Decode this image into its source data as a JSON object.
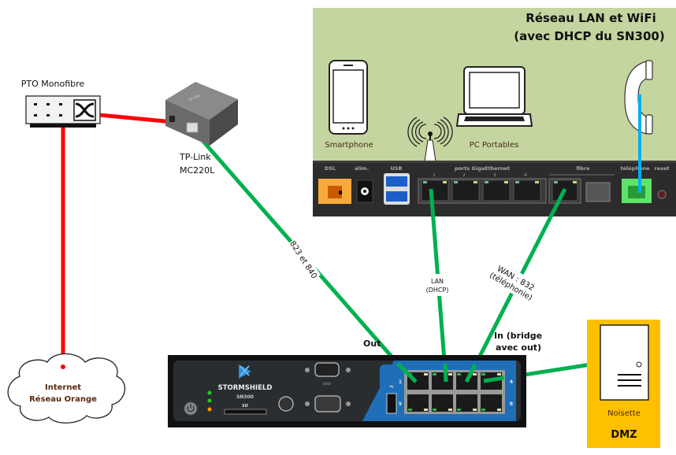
{
  "lan_zone": {
    "title_line1": "Réseau LAN et WiFi",
    "title_line2": "(avec DHCP du SN300)",
    "background_color": "#c4d5a0",
    "devices": {
      "smartphone_label": "Smartphone",
      "laptop_label": "PC Portables"
    },
    "router_panel": {
      "port_labels": {
        "dsl": "DSL",
        "power": "alim.",
        "usb": "USB",
        "giga_ethernet": "ports GigaEthernet",
        "giga_numbers": [
          "1",
          "2",
          "3",
          "4"
        ],
        "fiber": "fibre",
        "telephone": "téléphone",
        "reset": "reset"
      }
    }
  },
  "pto": {
    "label": "PTO Monofibre"
  },
  "media_converter": {
    "label_line1": "TP-Link",
    "label_line2": "MC220L",
    "brand": "tp-link"
  },
  "internet_cloud": {
    "label_line1": "Internet",
    "label_line2": "Réseau Orange"
  },
  "firewall": {
    "brand": "STORMSHIELD",
    "model": "SN300",
    "sd_label": "SD",
    "port_numbers": [
      "1",
      "4",
      "5",
      "8"
    ],
    "led_colors": [
      "#22cc22",
      "#22cc22",
      "#ff9900"
    ]
  },
  "dmz": {
    "server_label": "Noisette",
    "zone_label": "DMZ",
    "background_color": "#ffc000"
  },
  "links": {
    "vlan_label": "823 et 840",
    "lan_label_line1": "LAN",
    "lan_label_line2": "(DHCP)",
    "wan_label_line1": "WAN : 832",
    "wan_label_line2": "(téléphonie)",
    "out_label": "Out",
    "in_label_line1": "In (bridge",
    "in_label_line2": "avec out)"
  },
  "colors": {
    "fiber_cable": "#ff0000",
    "ethernet_cable": "#00b050",
    "phone_cable": "#00b0f0",
    "stormshield_blue": "#1e6fb8"
  }
}
